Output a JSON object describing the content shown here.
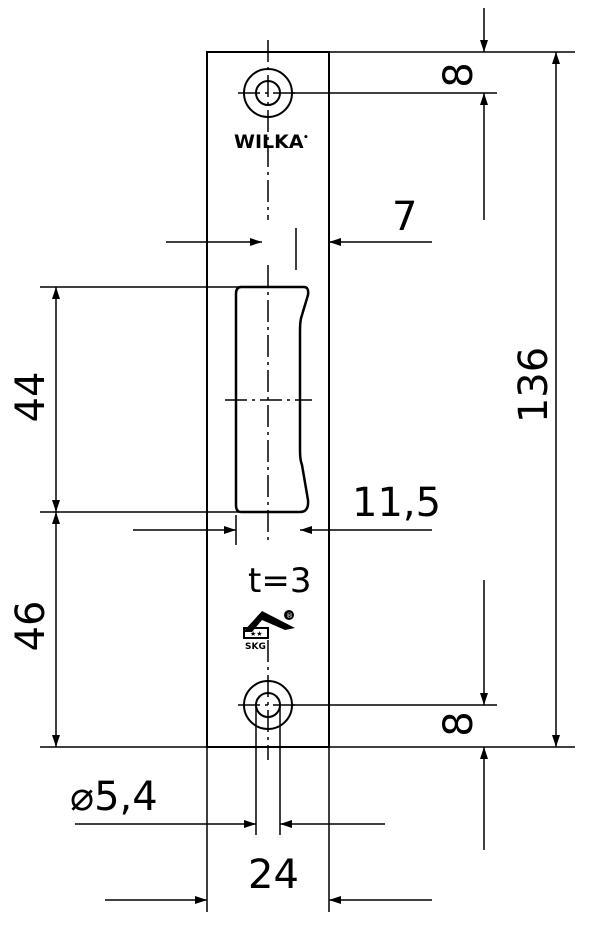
{
  "brand": "WILKA",
  "brand_mark": "•",
  "dimensions": {
    "top_hole_offset": "8",
    "total_height": "136",
    "latch_width": "7",
    "latch_height": "44",
    "plate_thickness_label": "11,5",
    "bottom_section": "46",
    "thickness": "t=3",
    "bottom_hole_offset": "8",
    "hole_diameter": "⌀5,4",
    "plate_width": "24"
  },
  "logo": {
    "text": "SKG",
    "registered": "®"
  }
}
